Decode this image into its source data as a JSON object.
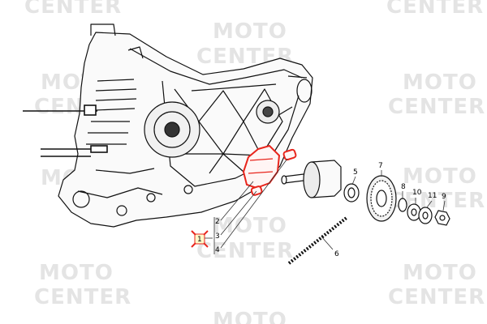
{
  "watermark": {
    "line1": "MOTO",
    "line2": "CENTER"
  },
  "callouts": {
    "p1": "1",
    "p2": "2",
    "p3": "3",
    "p4": "4",
    "p5": "5",
    "p6": "6",
    "p7": "7",
    "p8": "8",
    "p9": "9",
    "p10": "10",
    "p11": "11"
  },
  "colors": {
    "highlight": "#e8251c",
    "line": "#111111",
    "watermark": "#e4e4e4"
  }
}
